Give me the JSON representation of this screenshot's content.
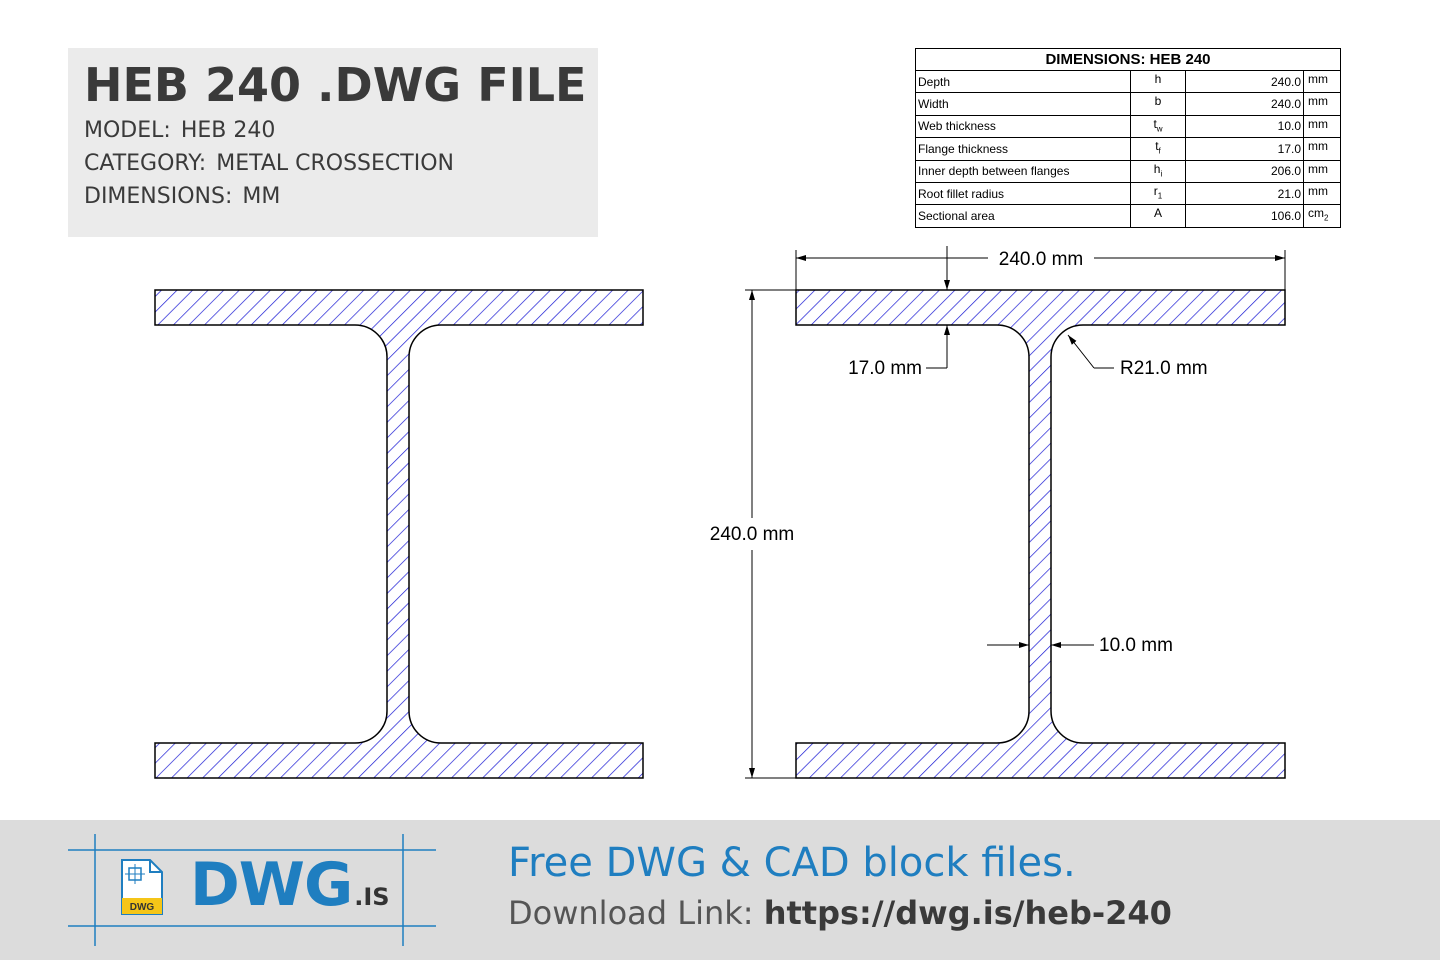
{
  "header": {
    "title": "HEB 240 .DWG FILE",
    "model_label": "MODEL:",
    "model_value": "HEB 240",
    "category_label": "CATEGORY:",
    "category_value": "METAL CROSSECTION",
    "dimensions_label": "DIMENSIONS:",
    "dimensions_value": "MM"
  },
  "dimensions_table": {
    "title": "DIMENSIONS: HEB 240",
    "rows": [
      {
        "name": "Depth",
        "symbol": "h",
        "sub": "",
        "value": "240.0",
        "unit": "mm",
        "unit_sub": ""
      },
      {
        "name": "Width",
        "symbol": "b",
        "sub": "",
        "value": "240.0",
        "unit": "mm",
        "unit_sub": ""
      },
      {
        "name": "Web thickness",
        "symbol": "t",
        "sub": "w",
        "value": "10.0",
        "unit": "mm",
        "unit_sub": ""
      },
      {
        "name": "Flange thickness",
        "symbol": "t",
        "sub": "f",
        "value": "17.0",
        "unit": "mm",
        "unit_sub": ""
      },
      {
        "name": "Inner depth between flanges",
        "symbol": "h",
        "sub": "i",
        "value": "206.0",
        "unit": "mm",
        "unit_sub": ""
      },
      {
        "name": "Root fillet radius",
        "symbol": "r",
        "sub": "1",
        "value": "21.0",
        "unit": "mm",
        "unit_sub": ""
      },
      {
        "name": "Sectional area",
        "symbol": "A",
        "sub": "",
        "value": "106.0",
        "unit": "cm",
        "unit_sub": "2"
      }
    ]
  },
  "drawing": {
    "width_label": "240.0 mm",
    "depth_label": "240.0 mm",
    "flange_label": "17.0 mm",
    "radius_label": "R21.0 mm",
    "web_label": "10.0 mm",
    "hatch_color": "#1a1ad4",
    "line_color": "#000000"
  },
  "footer": {
    "brand_main": "DWG",
    "brand_suffix": ".IS",
    "file_icon_label": "DWG",
    "tagline": "Free DWG & CAD block files.",
    "download_label": "Download Link:",
    "download_url": "https://dwg.is/heb-240"
  },
  "colors": {
    "brand_blue": "#1f7ec0",
    "icon_yellow": "#f5c518",
    "footer_bg": "#dcdcdc",
    "title_bg": "#ebebeb"
  }
}
